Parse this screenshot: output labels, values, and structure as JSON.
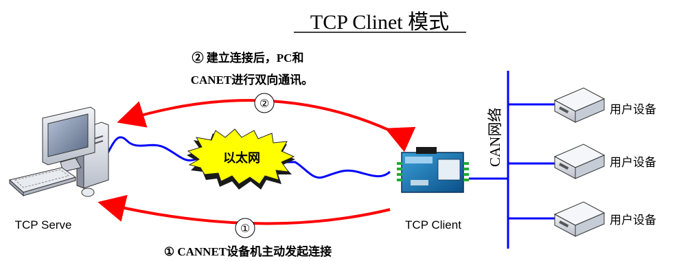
{
  "title": "TCP Clinet 模式",
  "step2": {
    "badge": "②",
    "line1": "② 建立连接后，PC和",
    "line2": "CANET进行双向通讯。"
  },
  "step1": {
    "badge": "①",
    "caption": "① CANNET设备机主动发起连接"
  },
  "nodes": {
    "server_label": "TCP Serve",
    "client_label": "TCP Client",
    "ethernet_label": "以太网",
    "can_bus_label": "CAN网络",
    "devices": [
      "用户设备",
      "用户设备",
      "用户设备"
    ]
  },
  "colors": {
    "arrow": "#ff0000",
    "network": "#0000ff",
    "cloud_fill": "#ffff00"
  }
}
